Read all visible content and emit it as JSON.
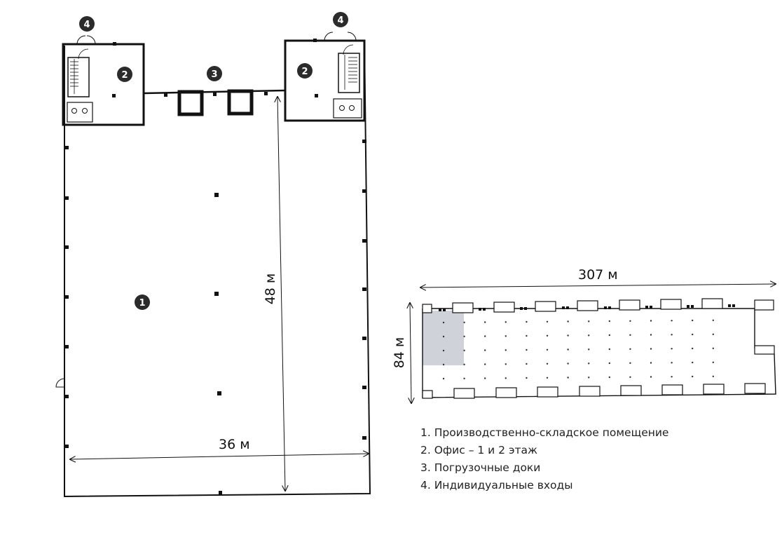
{
  "main_plan": {
    "badges": {
      "warehouse": "1",
      "office_left": "2",
      "office_right": "2",
      "docks": "3",
      "entrance_left": "4",
      "entrance_right": "4"
    },
    "width_label": "36 м",
    "height_label": "48 м"
  },
  "site_plan": {
    "length_label": "307 м",
    "width_label": "84 м"
  },
  "legend": [
    "1. Производственно-складское помещение",
    "2. Офис – 1 и 2 этаж",
    "3. Погрузочные доки",
    "4. Индивидуальные входы"
  ],
  "colors": {
    "lines": "#111111",
    "badge": "#2b2b2b",
    "highlight": "#cfd3d9"
  }
}
